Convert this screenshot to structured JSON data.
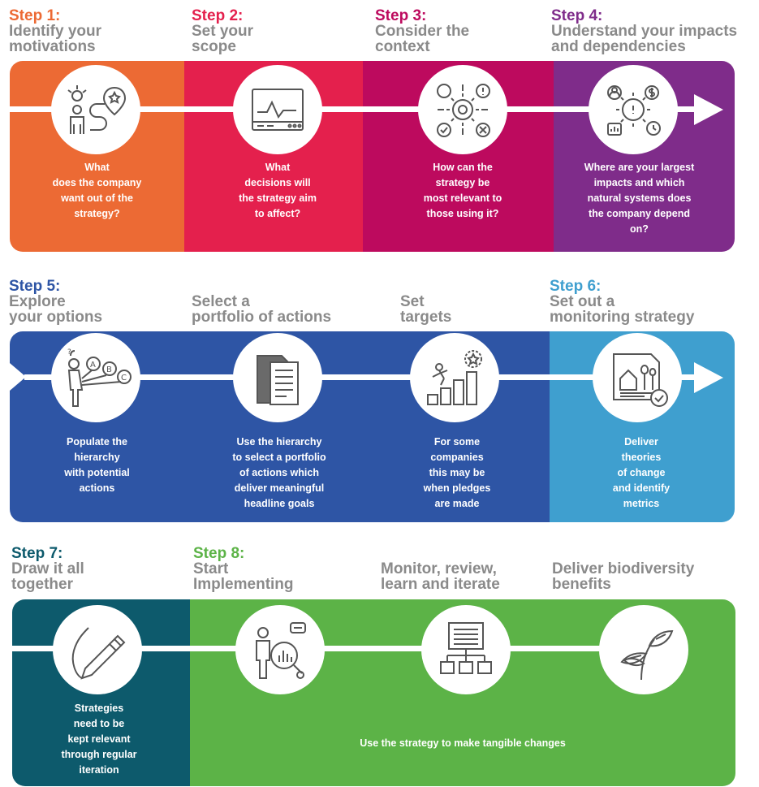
{
  "rows": [
    {
      "steps": [
        {
          "number": "Step 1:",
          "title": "Identify your\nmotivations",
          "desc": "What\ndoes the company\nwant out of the\nstrategy?",
          "color": "#ec6a34",
          "icon": "person-goal-path-icon"
        },
        {
          "number": "Step 2:",
          "title": "Set your\nscope",
          "desc": "What\ndecisions will\nthe strategy aim\nto affect?",
          "color": "#e4204d",
          "icon": "monitor-graph-icon"
        },
        {
          "number": "Step 3:",
          "title": "Consider the\ncontext",
          "desc": "How can the\nstrategy be\nmost relevant to\nthose using it?",
          "color": "#bd0a5e",
          "icon": "gear-network-icon"
        },
        {
          "number": "Step 4:",
          "title": "Understand your impacts\nand dependencies",
          "desc": "Where are your largest\nimpacts and which\nnatural systems does\nthe company depend\non?",
          "color": "#7f2c8a",
          "icon": "gear-dependencies-icon"
        }
      ]
    },
    {
      "steps": [
        {
          "number": "Step 5:",
          "title": "Explore\nyour options",
          "desc": "Populate the\nhierarchy\nwith potential\nactions",
          "color": "#2e55a5",
          "icon": "person-options-icon"
        },
        {
          "number": "",
          "title": "Select a\nportfolio of actions",
          "desc": "Use the hierarchy\nto select a portfolio\nof actions which\ndeliver meaningful\nheadline goals",
          "color": "#2e55a5",
          "icon": "document-folder-icon"
        },
        {
          "number": "",
          "title": "Set\ntargets",
          "desc": "For some\ncompanies\nthis may be\nwhen pledges\nare made",
          "color": "#2e55a5",
          "icon": "climbing-target-icon"
        },
        {
          "number": "Step 6:",
          "title": "Set out a\nmonitoring strategy",
          "desc": "Deliver\ntheories\nof change\nand identify\nmetrics",
          "color": "#3f9fcf",
          "icon": "landscape-check-icon"
        }
      ]
    },
    {
      "steps": [
        {
          "number": "Step 7:",
          "title": "Draw it all\ntogether",
          "desc": "Strategies\nneed to be\nkept relevant\nthrough regular\niteration",
          "color": "#0d5a6c",
          "icon": "pen-draw-icon"
        },
        {
          "number": "Step 8:",
          "title": "Start\nImplementing",
          "desc": "",
          "color": "#5cb347",
          "icon": "person-analytics-icon"
        },
        {
          "number": "",
          "title": "Monitor, review,\nlearn and iterate",
          "desc": "",
          "color": "#5cb347",
          "icon": "hierarchy-chart-icon"
        },
        {
          "number": "",
          "title": "Deliver biodiversity\nbenefits",
          "desc": "",
          "color": "#5cb347",
          "icon": "plant-leaves-icon"
        }
      ],
      "shared_desc": "Use the strategy to make tangible changes"
    }
  ],
  "colors": {
    "step1": "#ec6a34",
    "step2": "#e4204d",
    "step3": "#bd0a5e",
    "step4": "#7f2c8a",
    "step5": "#2e55a5",
    "step6": "#3f9fcf",
    "step7": "#0d5a6c",
    "step8": "#5cb347",
    "title_gray": "#8a8a8a"
  }
}
